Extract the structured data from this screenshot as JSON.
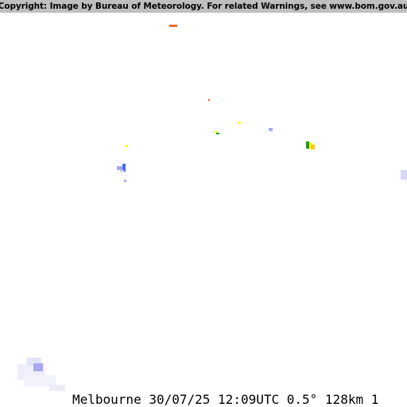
{
  "copyright": "Copyright: Image by Bureau of Meteorology. For related Warnings, see www.bom.gov.au",
  "radar": {
    "station": "Melbourne",
    "date": "30/07/25",
    "time": "12:09UTC",
    "elevation": "0.5°",
    "range": "128km",
    "suffix": "1"
  },
  "colors": {
    "orange": "#f26a21",
    "red_orange": "#ff4a1f",
    "yellow": "#ffff00",
    "gold": "#ffc800",
    "green": "#1c9a1c",
    "lavender": "#a8a8f0",
    "blue": "#4a6ee6",
    "pale_lavender": "#d8d8f8",
    "background": "#ffffff",
    "copyright_bar": "#bfbfbf"
  }
}
